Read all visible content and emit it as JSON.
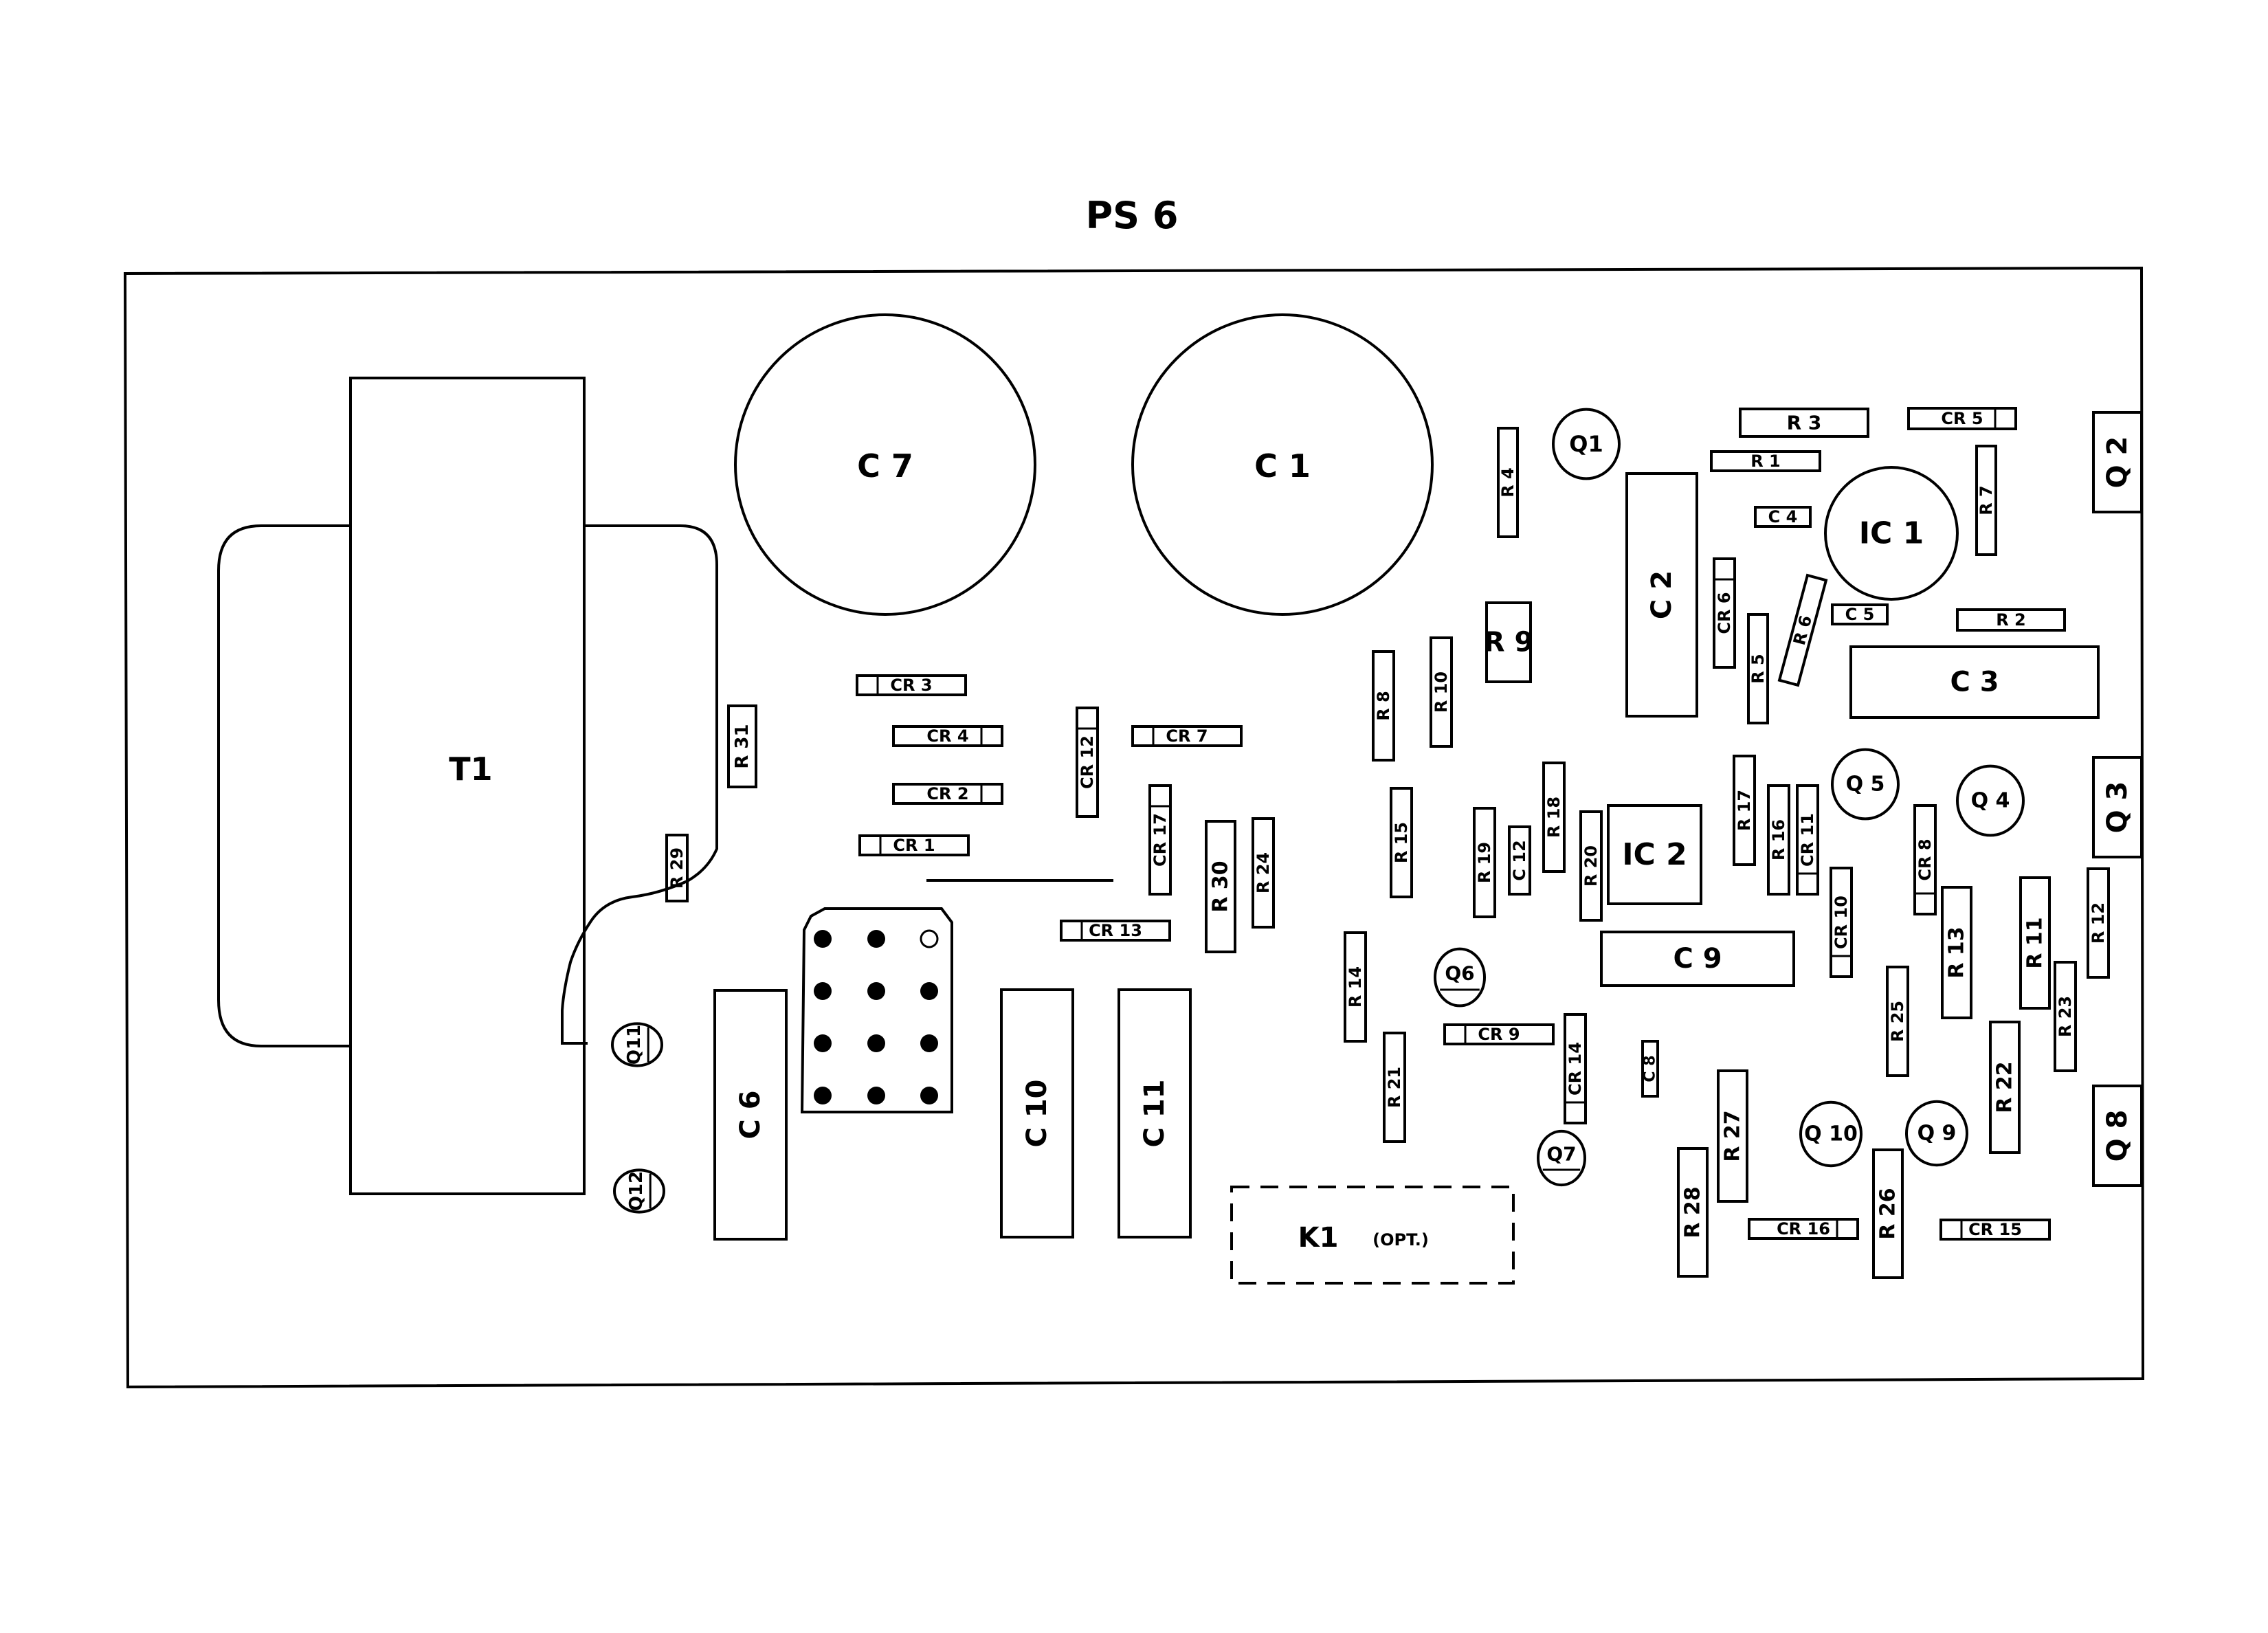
{
  "title": "PS 6",
  "colors": {
    "ink": "#000000",
    "paper": "#ffffff"
  },
  "components": {
    "T1": "T1",
    "C7": "C 7",
    "C1": "C 1",
    "Q1": "Q1",
    "Q2": "Q 2",
    "Q3": "Q 3",
    "Q4": "Q 4",
    "Q5": "Q 5",
    "Q6": "Q6",
    "Q7": "Q7",
    "Q8": "Q 8",
    "Q9": "Q 9",
    "Q10": "Q 10",
    "Q11": "Q11",
    "Q12": "Q12",
    "IC1": "IC 1",
    "IC2": "IC 2",
    "C2": "C 2",
    "C3": "C 3",
    "C4": "C 4",
    "C5": "C 5",
    "C6": "C 6",
    "C8": "C 8",
    "C9": "C 9",
    "C10": "C 10",
    "C11": "C 11",
    "C12": "C 12",
    "R1": "R 1",
    "R2": "R 2",
    "R3": "R 3",
    "R4": "R 4",
    "R5": "R 5",
    "R6": "R 6",
    "R7": "R 7",
    "R8": "R 8",
    "R9": "R 9",
    "R10": "R 10",
    "R11": "R 11",
    "R12": "R 12",
    "R13": "R 13",
    "R14": "R 14",
    "R15": "R 15",
    "R16": "R 16",
    "R17": "R 17",
    "R18": "R 18",
    "R19": "R 19",
    "R20": "R 20",
    "R21": "R 21",
    "R22": "R 22",
    "R23": "R 23",
    "R24": "R 24",
    "R25": "R 25",
    "R26": "R 26",
    "R27": "R 27",
    "R28": "R 28",
    "R29": "R 29",
    "R30": "R 30",
    "R31": "R 31",
    "CR1": "CR 1",
    "CR2": "CR 2",
    "CR3": "CR 3",
    "CR4": "CR 4",
    "CR5": "CR 5",
    "CR6": "CR 6",
    "CR7": "CR 7",
    "CR8": "CR 8",
    "CR9": "CR 9",
    "CR10": "CR 10",
    "CR11": "CR 11",
    "CR12": "CR 12",
    "CR13": "CR 13",
    "CR14": "CR 14",
    "CR15": "CR 15",
    "CR16": "CR 16",
    "CR17": "CR 17",
    "K1": "K1",
    "K1_note": "(OPT.)"
  },
  "connector": {
    "pins_filled": 11,
    "pins_open": 1
  }
}
